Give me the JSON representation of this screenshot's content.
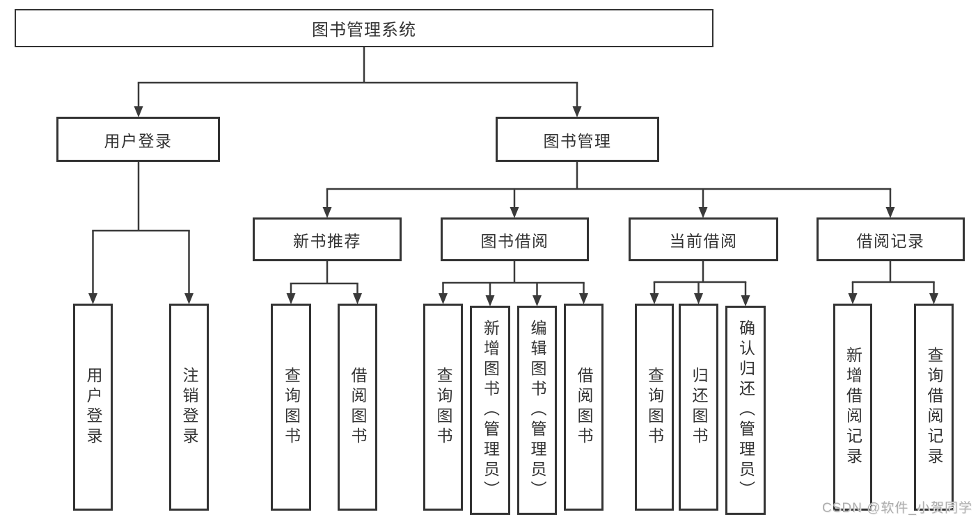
{
  "diagram_title": "图书管理系统",
  "tree": {
    "label": "图书管理系统",
    "children": [
      {
        "label": "用户登录",
        "children": [
          {
            "label": "用户登录"
          },
          {
            "label": "注销登录"
          }
        ]
      },
      {
        "label": "图书管理",
        "children": [
          {
            "label": "新书推荐",
            "children": [
              {
                "label": "查询图书"
              },
              {
                "label": "借阅图书"
              }
            ]
          },
          {
            "label": "图书借阅",
            "children": [
              {
                "label": "查询图书"
              },
              {
                "label": "新增图书（管理员）"
              },
              {
                "label": "编辑图书（管理员）"
              },
              {
                "label": "借阅图书"
              }
            ]
          },
          {
            "label": "当前借阅",
            "children": [
              {
                "label": "查询图书"
              },
              {
                "label": "归还图书"
              },
              {
                "label": "确认归还（管理员）"
              }
            ]
          },
          {
            "label": "借阅记录",
            "children": [
              {
                "label": "新增借阅记录"
              },
              {
                "label": "查询借阅记录"
              }
            ]
          }
        ]
      }
    ]
  },
  "watermark": {
    "text": "CSDN @软件_小贺同学"
  },
  "colors": {
    "box_border": "#333333",
    "text": "#333333",
    "connector": "#3a3a3a",
    "background": "#ffffff",
    "watermark": "#aeaeae"
  }
}
